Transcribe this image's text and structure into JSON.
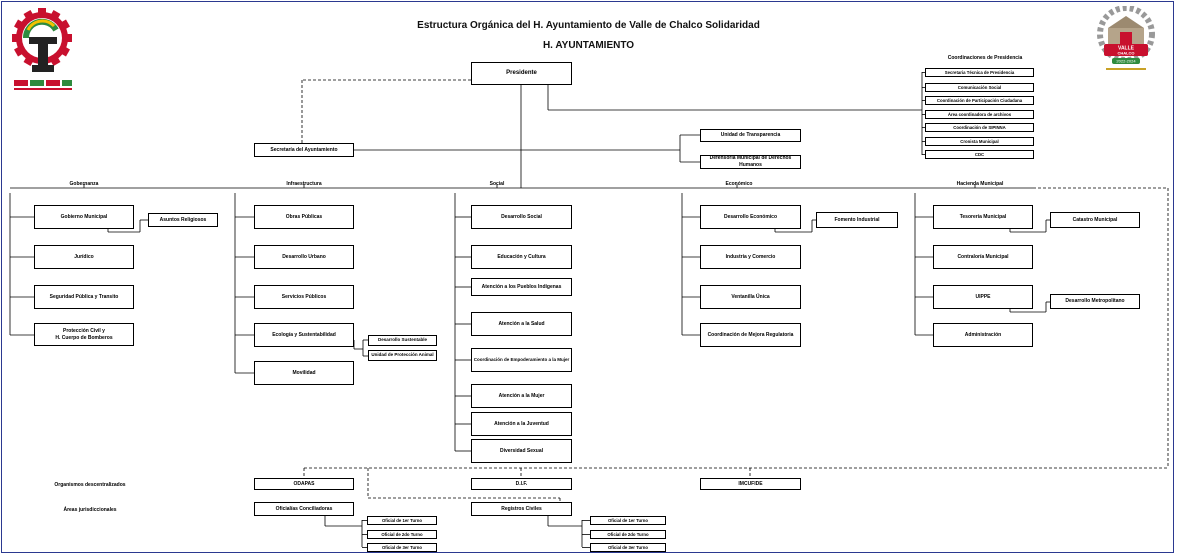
{
  "title": "Estructura Orgánica del H. Ayuntamiento de Valle de Chalco Solidaridad",
  "subtitle": "H. AYUNTAMIENTO",
  "colors": {
    "frame": "#2b3990",
    "logo_red": "#c8102e",
    "logo_green": "#2e8b3e",
    "logo_gold": "#c9a227"
  },
  "logo_right": {
    "line1": "VALLE",
    "line2": "CHALCO",
    "years": "2022-2024"
  },
  "nodes": {
    "presidente": "Presidente",
    "secretaria": "Secretaría del Ayuntamiento",
    "transparencia": "Unidad de Transparencia",
    "defensoria": "Defensoría Municipal de Derechos Humanos",
    "coord_header": "Coordinaciones de Presidencia",
    "coord": [
      "Secretaria Técnica de Presidencia",
      "Comunicación Social",
      "Coordinación de Participación Ciudadana",
      "Área coordinadora de archivos",
      "Coordinación de SIPINNA",
      "Cronista Municipal",
      "CDC"
    ],
    "areas": {
      "gobernanza": "Gobernanza",
      "infraestructura": "Infraestructura",
      "social": "Social",
      "economico": "Económico",
      "hacienda": "Hacienda Municipal"
    },
    "gob": [
      "Gobierno Municipal",
      "Jurídico",
      "Seguridad Pública y Transito",
      "Protección Civil y\nH. Cuerpo de Bomberos"
    ],
    "asuntos": "Asuntos Religiosos",
    "infra": [
      "Obras Públicas",
      "Desarrollo Urbano",
      "Servicios Públicos",
      "Ecología y Sustentabilidad",
      "Movilidad"
    ],
    "desarrollo_sust": "Desarrollo Sustentable",
    "proteccion_animal": "Unidad de Protección Animal",
    "social": [
      "Desarrollo Social",
      "Educación y Cultura",
      "Atención a los Pueblos Indígenas",
      "Atención a la Salud",
      "Coordinación de Empoderamiento a la Mujer",
      "Atención a la Mujer",
      "Atención a la Juventud",
      "Diversidad Sexual"
    ],
    "eco": [
      "Desarrollo Económico",
      "Industria y Comercio",
      "Ventanilla Única",
      "Coordinación de Mejora Regulatoria"
    ],
    "fomento": "Fomento Industrial",
    "hac": [
      "Tesorería Municipal",
      "Contraloría Municipal",
      "UIPPE",
      "Administración"
    ],
    "catastro": "Catastro Municipal",
    "metropolitano": "Desarrollo Metropolitano",
    "organismos_label": "Organismos descentralizados",
    "areas_jur_label": "Áreas jurisdiccionales",
    "odapas": "ODAPAS",
    "dif": "D.I.F.",
    "imcufide": "IMCUFIDE",
    "oficialias": "Oficialías Conciliadoras",
    "registros": "Registros Civiles",
    "turnos": [
      "Oficial de 1er Turno",
      "Oficial de 2do Turno",
      "Oficial de 3er Turno"
    ]
  }
}
